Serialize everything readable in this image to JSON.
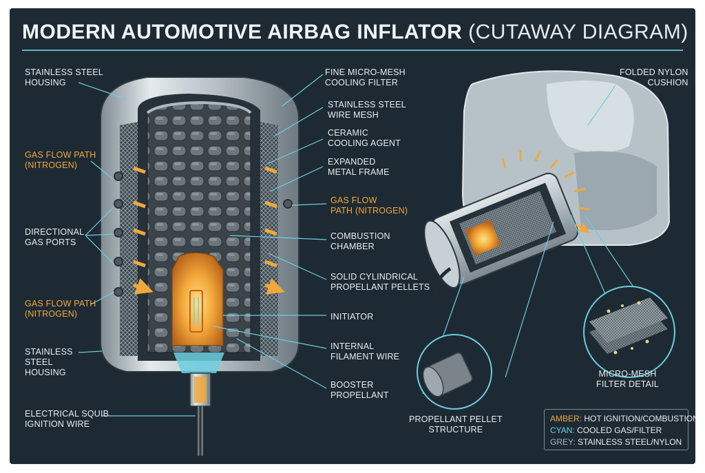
{
  "title": {
    "main": "MODERN AUTOMOTIVE AIRBAG INFLATOR",
    "sub": "(CUTAWAY DIAGRAM)"
  },
  "labels": {
    "housing_top": [
      "STAINLESS STEEL",
      "HOUSING"
    ],
    "gas_flow_left_top": [
      "GAS FLOW PATH",
      "(NITROGEN)"
    ],
    "directional_ports": [
      "DIRECTIONAL",
      "GAS PORTS"
    ],
    "gas_flow_left_bottom": [
      "GAS FLOW PATH",
      "(NITROGEN)"
    ],
    "housing_bottom": [
      "STAINLESS",
      "STEEL",
      "HOUSING"
    ],
    "squib_wire": [
      "ELECTRICAL SQUIB",
      "IGNITION WIRE"
    ],
    "micro_mesh": [
      "FINE MICRO-MESH",
      "COOLING FILTER"
    ],
    "wire_mesh": [
      "STAINLESS STEEL",
      "WIRE MESH"
    ],
    "ceramic": [
      "CERAMIC",
      "COOLING AGENT"
    ],
    "expanded_frame": [
      "EXPANDED",
      "METAL FRAME"
    ],
    "gas_flow_right": [
      "GAS FLOW",
      "PATH (NITROGEN)"
    ],
    "combustion": [
      "COMBUSTION",
      "CHAMBER"
    ],
    "pellets": [
      "SOLID CYLINDRICAL",
      "PROPELLANT PELLETS"
    ],
    "initiator": [
      "INITIATOR"
    ],
    "filament": [
      "INTERNAL",
      "FILAMENT WIRE"
    ],
    "booster": [
      "BOOSTER",
      "PROPELLANT"
    ],
    "cushion": [
      "FOLDED NYLON",
      "CUSHION"
    ],
    "filter_detail": [
      "MICRO-MESH",
      "FILTER DETAIL"
    ],
    "pellet_structure": [
      "PROPELLANT PELLET",
      "STRUCTURE"
    ]
  },
  "legend": [
    {
      "key": "AMBER:",
      "text": "HOT IGNITION/COMBUSTION",
      "color": "#f0a83c"
    },
    {
      "key": "CYAN:",
      "text": "COOLED GAS/FILTER",
      "color": "#6ccfe0"
    },
    {
      "key": "GREY:",
      "text": "STAINLESS STEEL/NYLON",
      "color": "#a7b2b8"
    }
  ],
  "colors": {
    "background": "#1e2a33",
    "amber": "#f0a83c",
    "cyan": "#6ccfe0",
    "steel": "#b9c3c9"
  }
}
